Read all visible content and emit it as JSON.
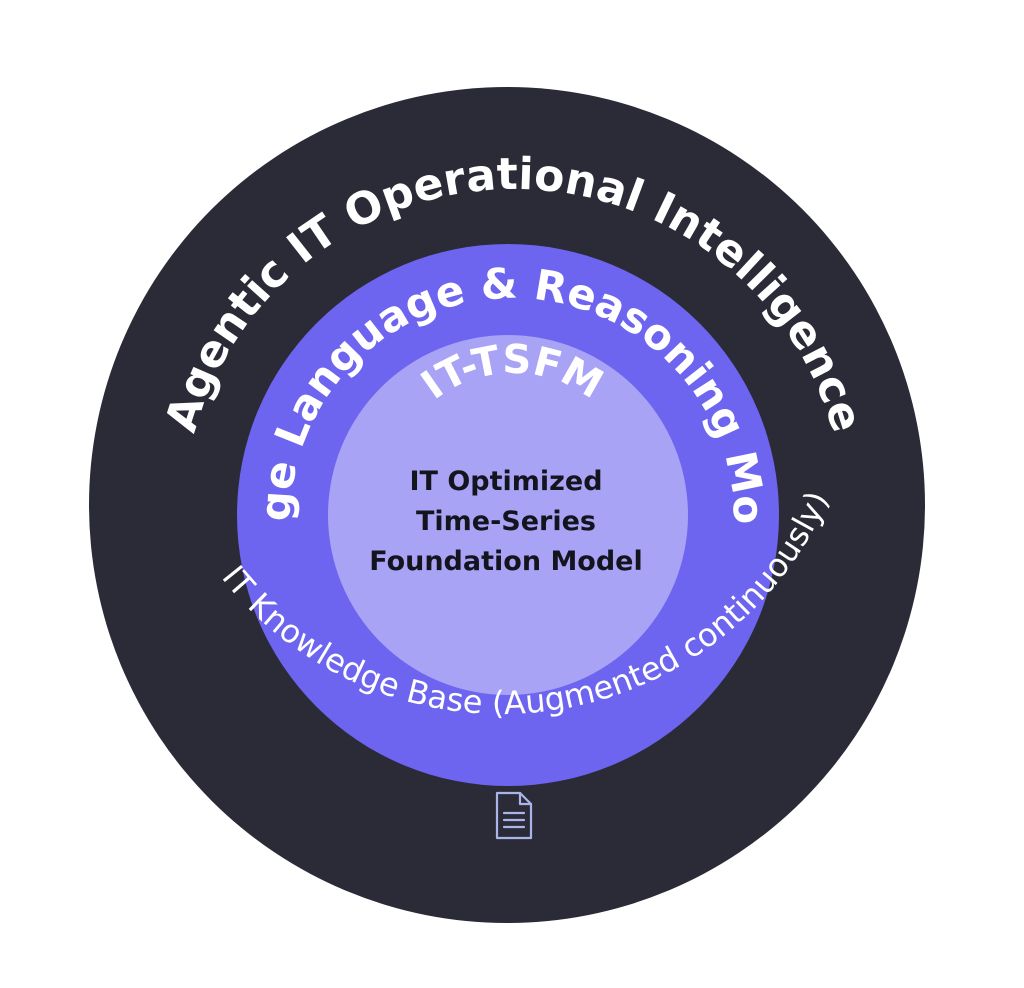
{
  "outer_ring": {
    "label": "Agentic IT Operational Intelligence",
    "bottom_label": "IT Knowledge Base (Augmented continuously)",
    "icon": "document-icon",
    "color": "#2b2b38"
  },
  "middle_ring": {
    "label": "Large Language & Reasoning Model",
    "color": "#6d65f0"
  },
  "core": {
    "label": "IT-TSFM",
    "description_lines": [
      "IT Optimized",
      "Time-Series",
      "Foundation Model"
    ],
    "color": "#a9a3f6"
  },
  "colors": {
    "text_light": "#ffffff",
    "text_dark": "#14141f",
    "icon_stroke": "#aab4e8"
  }
}
